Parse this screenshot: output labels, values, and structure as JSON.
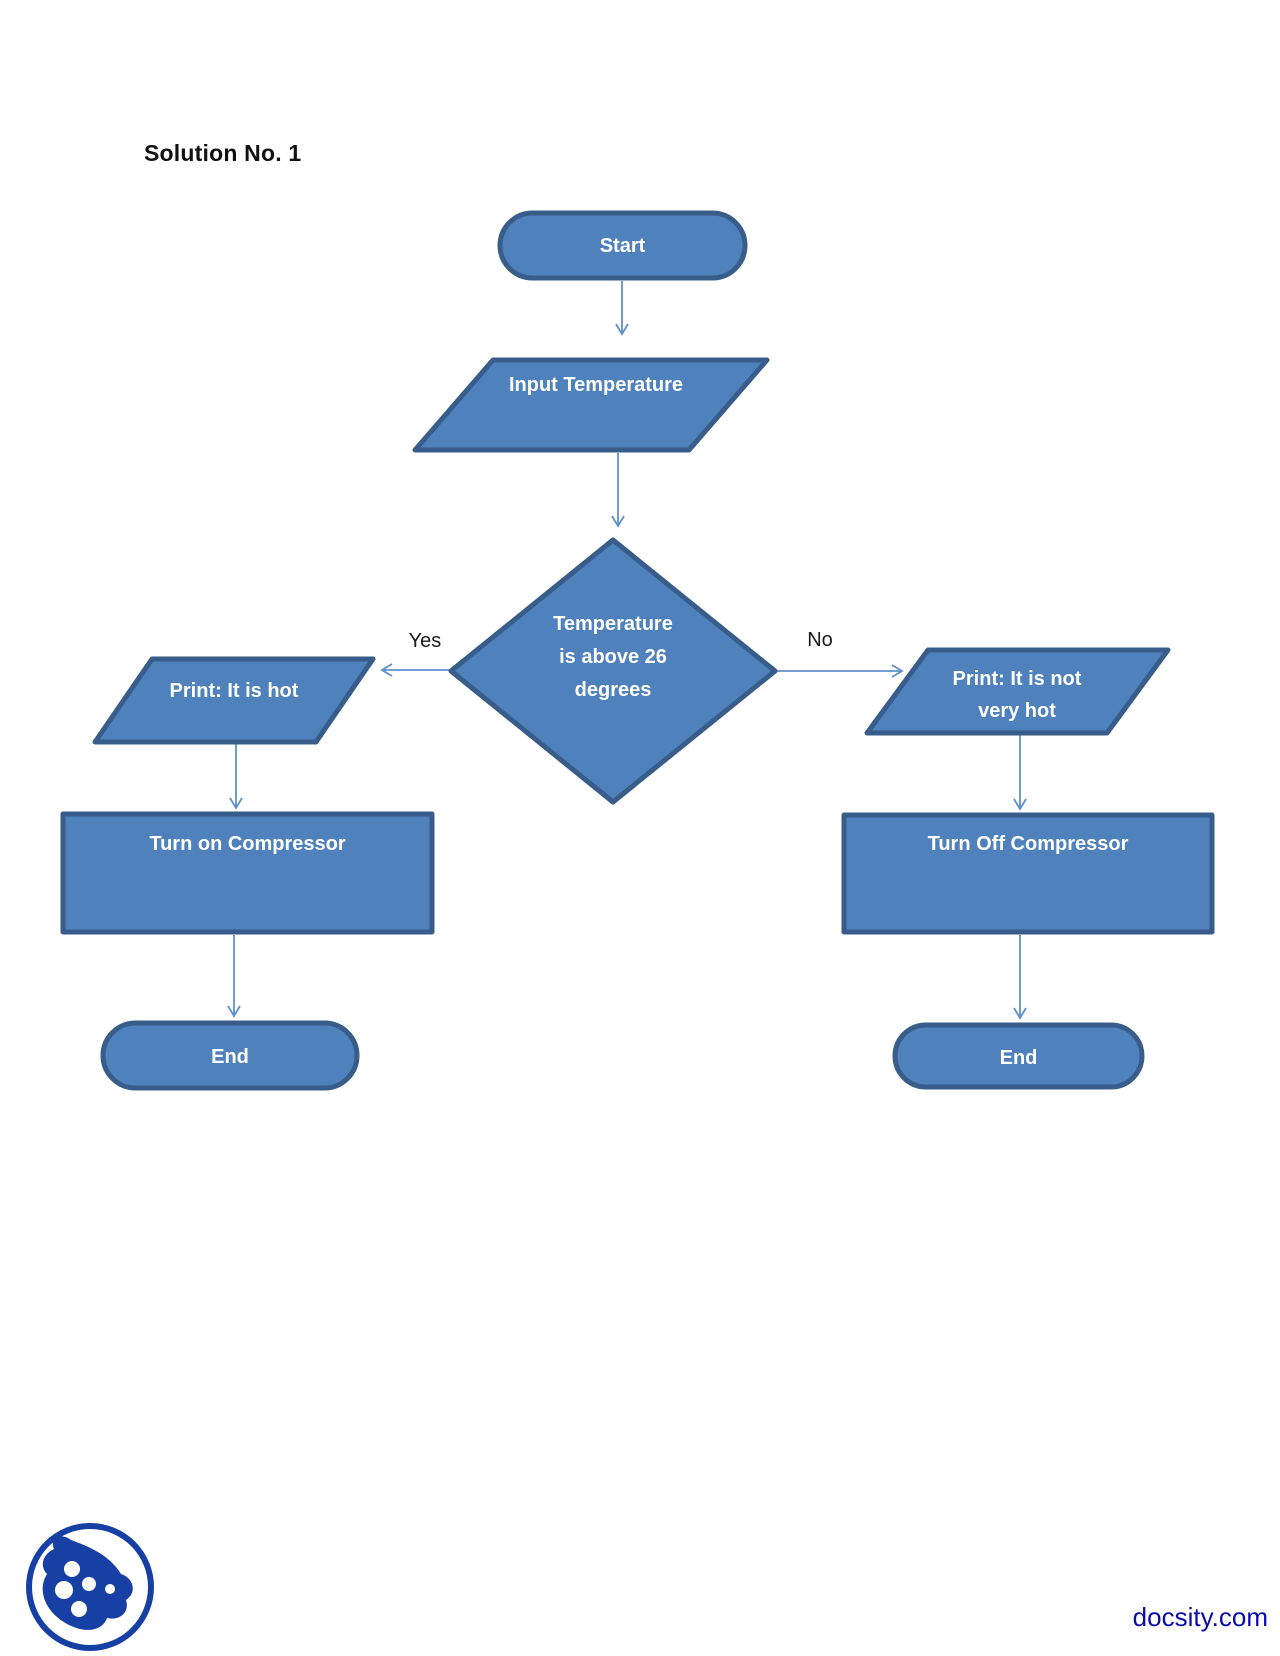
{
  "page": {
    "title": "Solution No. 1",
    "footer": {
      "watermark": "docsity.com",
      "logo": "docsity-logo"
    },
    "colors": {
      "shape_fill": "#4F81BD",
      "shape_border": "#385D8A",
      "arrow": "#5F90CC",
      "node_text": "#FFFFFF",
      "branch_label_text": "#1A1A1A",
      "title_text": "#111111",
      "watermark_text": "#0B0BAD",
      "logo_blue": "#1640A3",
      "background": "#FFFFFF"
    }
  },
  "flowchart": {
    "nodes": {
      "start": {
        "shape": "terminator",
        "label": "Start"
      },
      "input_temperature": {
        "shape": "parallelogram",
        "label": "Input Temperature"
      },
      "decision": {
        "shape": "diamond",
        "label": "Temperature is above 26 degrees",
        "lines": [
          "Temperature",
          "is above 26",
          "degrees"
        ]
      },
      "print_hot": {
        "shape": "parallelogram",
        "label": "Print: It is hot"
      },
      "print_not_very_hot": {
        "shape": "parallelogram",
        "label": "Print: It is not very hot",
        "lines": [
          "Print: It is not",
          "very hot"
        ]
      },
      "turn_on_compressor": {
        "shape": "rectangle",
        "label": "Turn on Compressor"
      },
      "turn_off_compressor": {
        "shape": "rectangle",
        "label": "Turn Off Compressor"
      },
      "end_left": {
        "shape": "terminator",
        "label": "End"
      },
      "end_right": {
        "shape": "terminator",
        "label": "End"
      }
    },
    "branch_labels": {
      "yes": "Yes",
      "no": "No"
    }
  }
}
